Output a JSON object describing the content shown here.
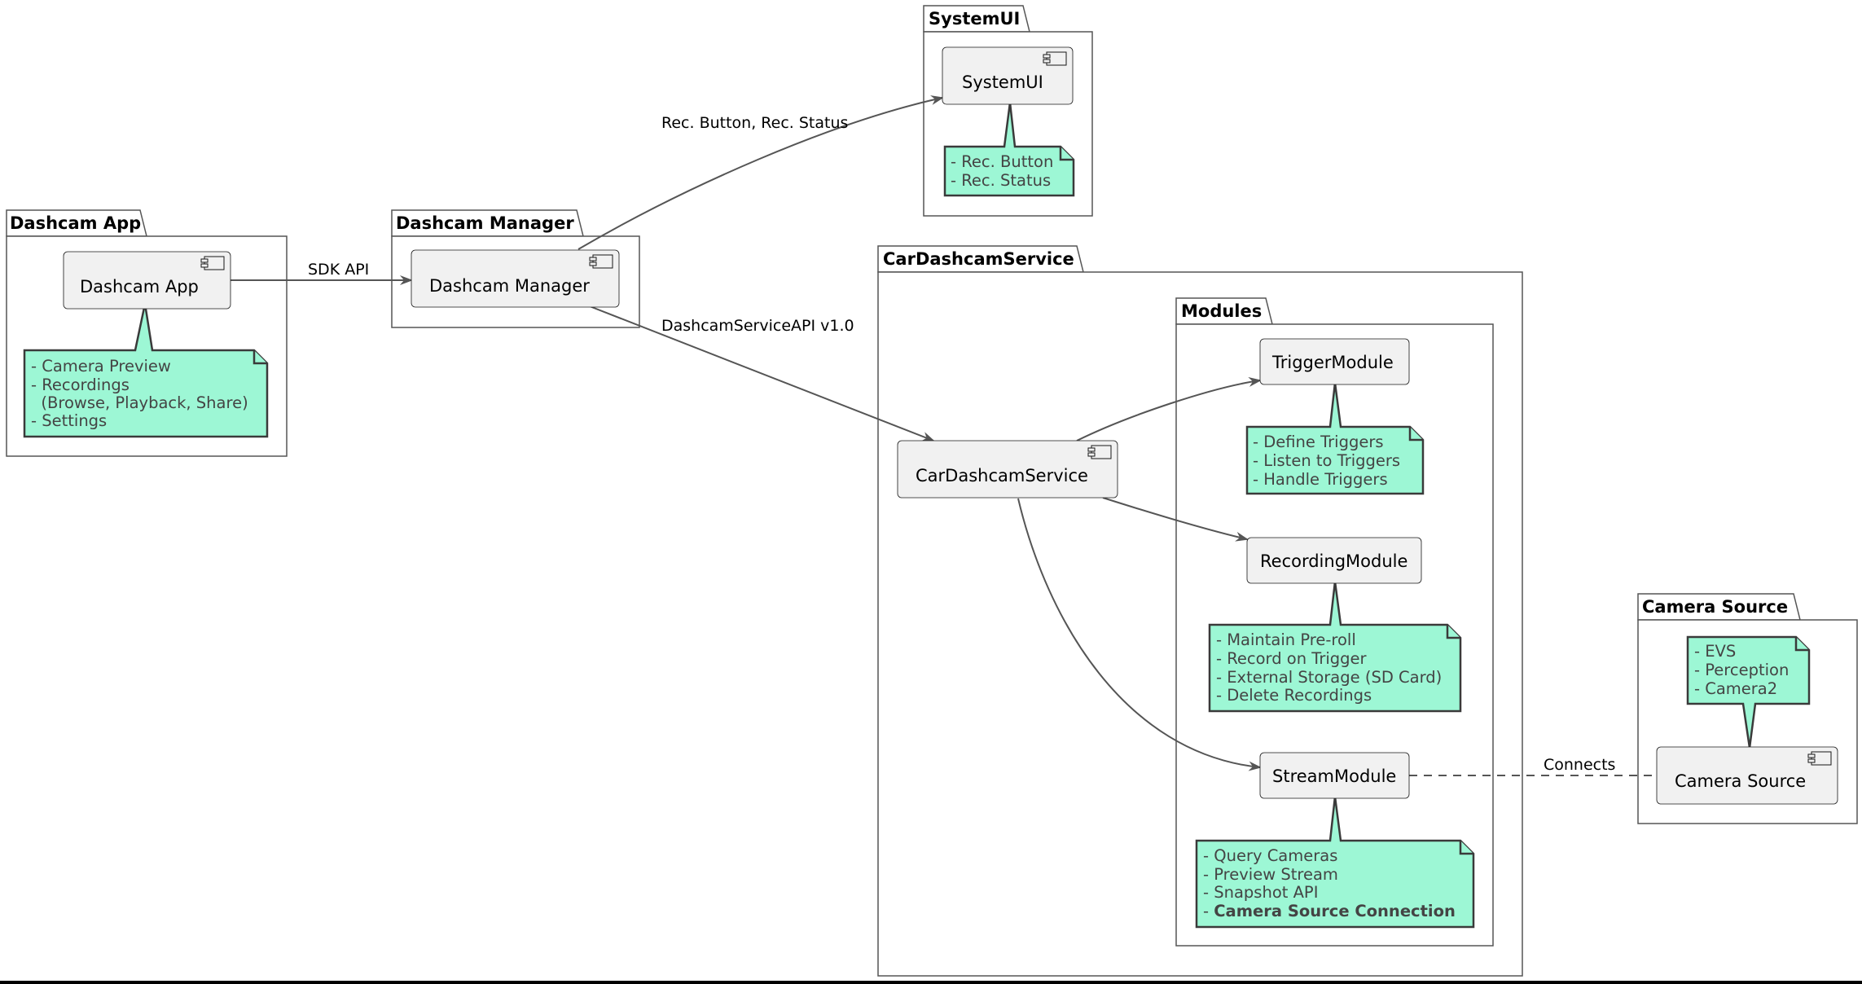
{
  "packages": {
    "dashcam_app": "Dashcam App",
    "dashcam_manager": "Dashcam Manager",
    "systemui": "SystemUI",
    "car_dashcam_service": "CarDashcamService",
    "modules": "Modules",
    "camera_source": "Camera Source"
  },
  "components": {
    "dashcam_app": "Dashcam App",
    "dashcam_manager": "Dashcam Manager",
    "systemui": "SystemUI",
    "car_dashcam_service": "CarDashcamService",
    "trigger_module": "TriggerModule",
    "recording_module": "RecordingModule",
    "stream_module": "StreamModule",
    "camera_source": "Camera Source"
  },
  "notes": {
    "dashcam_app": [
      "- Camera Preview",
      "- Recordings",
      "  (Browse, Playback, Share)",
      "- Settings"
    ],
    "systemui": [
      "- Rec. Button",
      "- Rec. Status"
    ],
    "trigger_module": [
      "- Define Triggers",
      "- Listen to Triggers",
      "- Handle Triggers"
    ],
    "recording_module": [
      "- Maintain Pre-roll",
      "- Record on Trigger",
      "- External Storage (SD Card)",
      "- Delete Recordings"
    ],
    "stream_module": [
      "- Query Cameras",
      "- Preview Stream",
      "- Snapshot API"
    ],
    "stream_module_bold_prefix": "- ",
    "stream_module_bold": "Camera Source Connection",
    "camera_source": [
      "- EVS",
      "- Perception",
      "- Camera2"
    ]
  },
  "edges": {
    "sdk_api": "SDK API",
    "rec_button_status": "Rec. Button, Rec. Status",
    "dashcam_service_api": "DashcamServiceAPI v1.0",
    "connects": "Connects"
  },
  "colors": {
    "note_fill": "#9df7d5",
    "component_fill": "#f1f1f1",
    "line": "#555555"
  }
}
